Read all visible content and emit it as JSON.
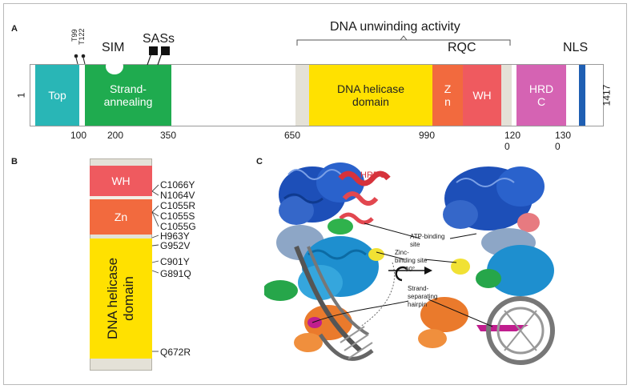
{
  "panel_a": {
    "label": "A",
    "start": "1",
    "end": "1417",
    "header": "DNA unwinding activity",
    "top_labels": {
      "sim": "SIM",
      "sass": "SASs",
      "rqc": "RQC",
      "nls": "NLS"
    },
    "phospho": [
      "T99",
      "T122"
    ],
    "domains": {
      "top": "Top",
      "strand_annealing": "Strand-\nannealing",
      "helicase": "DNA helicase\ndomain",
      "zn": "Z\nn",
      "wh": "WH",
      "hrdc": "HRD\nC"
    },
    "ticks": [
      "100",
      "200",
      "350",
      "650",
      "990",
      "120\n0",
      "130\n0"
    ]
  },
  "panel_b": {
    "label": "B",
    "domains": {
      "wh": "WH",
      "zn": "Zn",
      "helicase": "DNA helicase\ndomain"
    },
    "mutations": [
      "C1066Y",
      "N1064V",
      "C1055R",
      "C1055S",
      "C1055G",
      "H963Y",
      "G952V",
      "C901Y",
      "G891Q",
      "Q672R"
    ]
  },
  "panel_c": {
    "label": "C",
    "hrdc_label": "HRDC",
    "annotations": {
      "atp": "ATP-binding\nsite",
      "zinc": "Zinc-\nbinding site",
      "rotation": "90°",
      "hairpin": "Strand-\nseparating\nhairpin"
    }
  },
  "colors": {
    "top": "#29b6b6",
    "strand_annealing": "#1fab4f",
    "helicase": "#ffe100",
    "zn": "#f26a3e",
    "wh": "#ef5a5f",
    "hrdc": "#d563b3",
    "nls": "#1f5fb3",
    "grey_box": "#e4e1d7"
  }
}
